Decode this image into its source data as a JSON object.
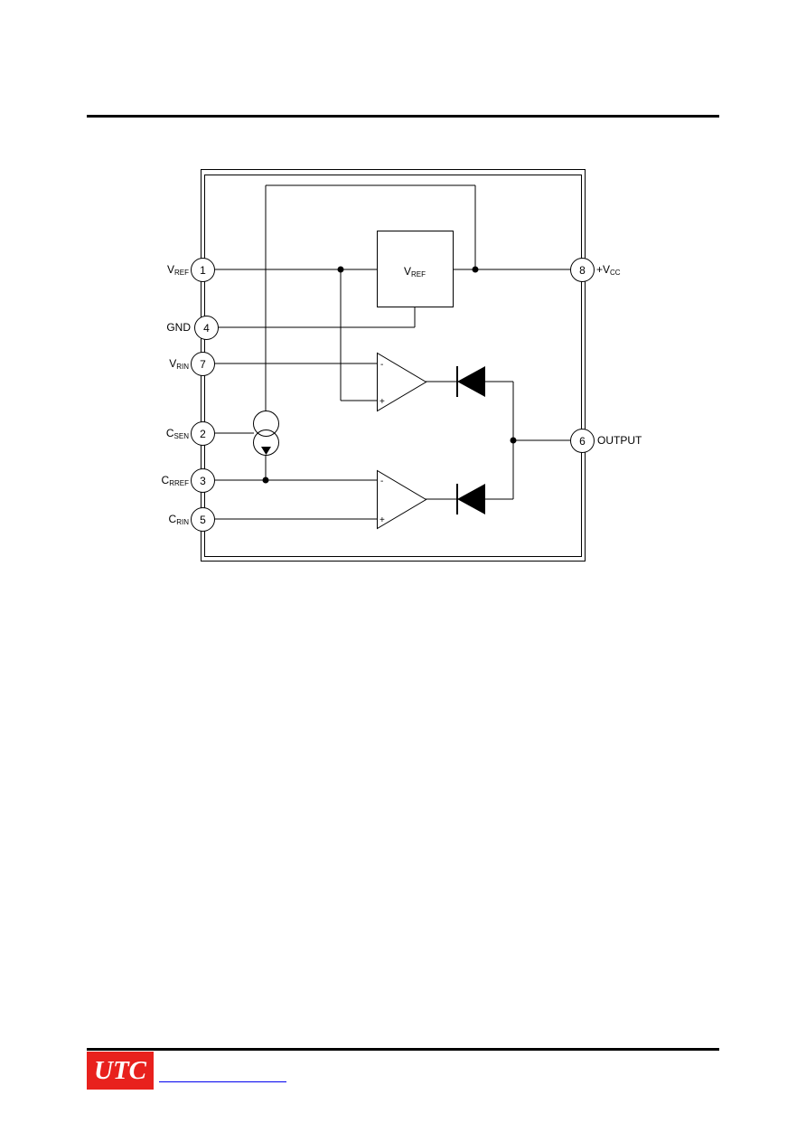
{
  "header": {
    "rule": true
  },
  "diagram": {
    "pins": [
      {
        "number": "1",
        "name": "V",
        "sub": "REF"
      },
      {
        "number": "4",
        "name": "GND",
        "sub": ""
      },
      {
        "number": "7",
        "name": "V",
        "sub": "RIN"
      },
      {
        "number": "2",
        "name": "C",
        "sub": "SEN"
      },
      {
        "number": "3",
        "name": "C",
        "sub": "RREF"
      },
      {
        "number": "5",
        "name": "C",
        "sub": "RIN"
      },
      {
        "number": "8",
        "name": "+V",
        "sub": "CC"
      },
      {
        "number": "6",
        "name": "OUTPUT",
        "sub": ""
      }
    ],
    "vref_block": {
      "name": "V",
      "sub": "REF"
    },
    "opamp_minus": "-",
    "opamp_plus": "+"
  },
  "footer": {
    "logo_text": "UTC",
    "logo_color": "#e8211d",
    "link_color": "#0000ee"
  }
}
